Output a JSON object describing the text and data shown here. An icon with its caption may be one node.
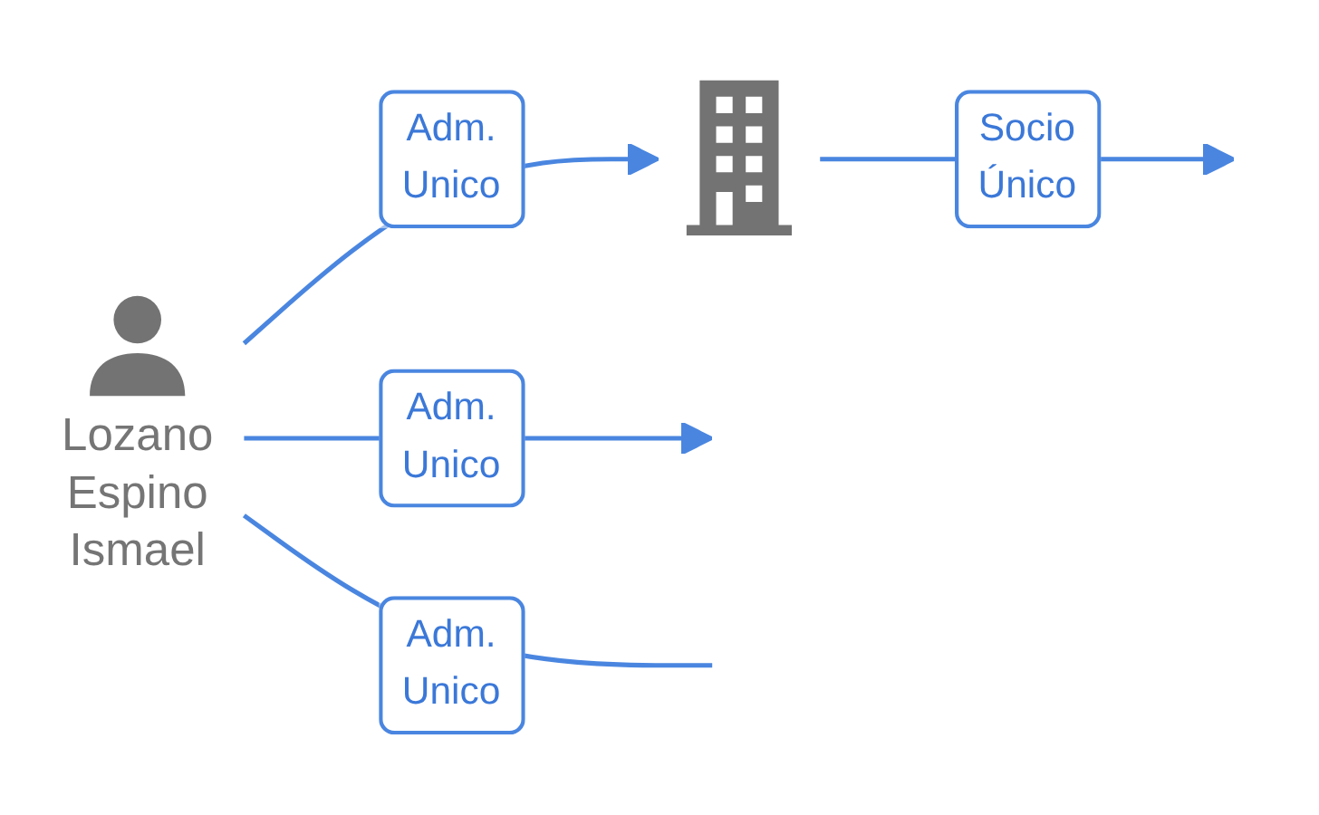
{
  "diagram": {
    "nodes": [
      {
        "text": [],
        "shape": "building"
      },
      {
        "text": [
          "Lozano Espino Ismael"
        ]
      }
    ],
    "edges": [
      {
        "from": 0,
        "to": null,
        "arrow": "to",
        "label": "Socio Único"
      },
      {
        "from": 1,
        "to": 0,
        "arrow": "to",
        "label": "Adm. Unico"
      },
      {
        "from": 1,
        "to": null,
        "arrow": "to",
        "label": "Adm. Unico"
      },
      {
        "from": 1,
        "to": null,
        "arrow": "none",
        "label": "Adm. Unico"
      }
    ]
  }
}
